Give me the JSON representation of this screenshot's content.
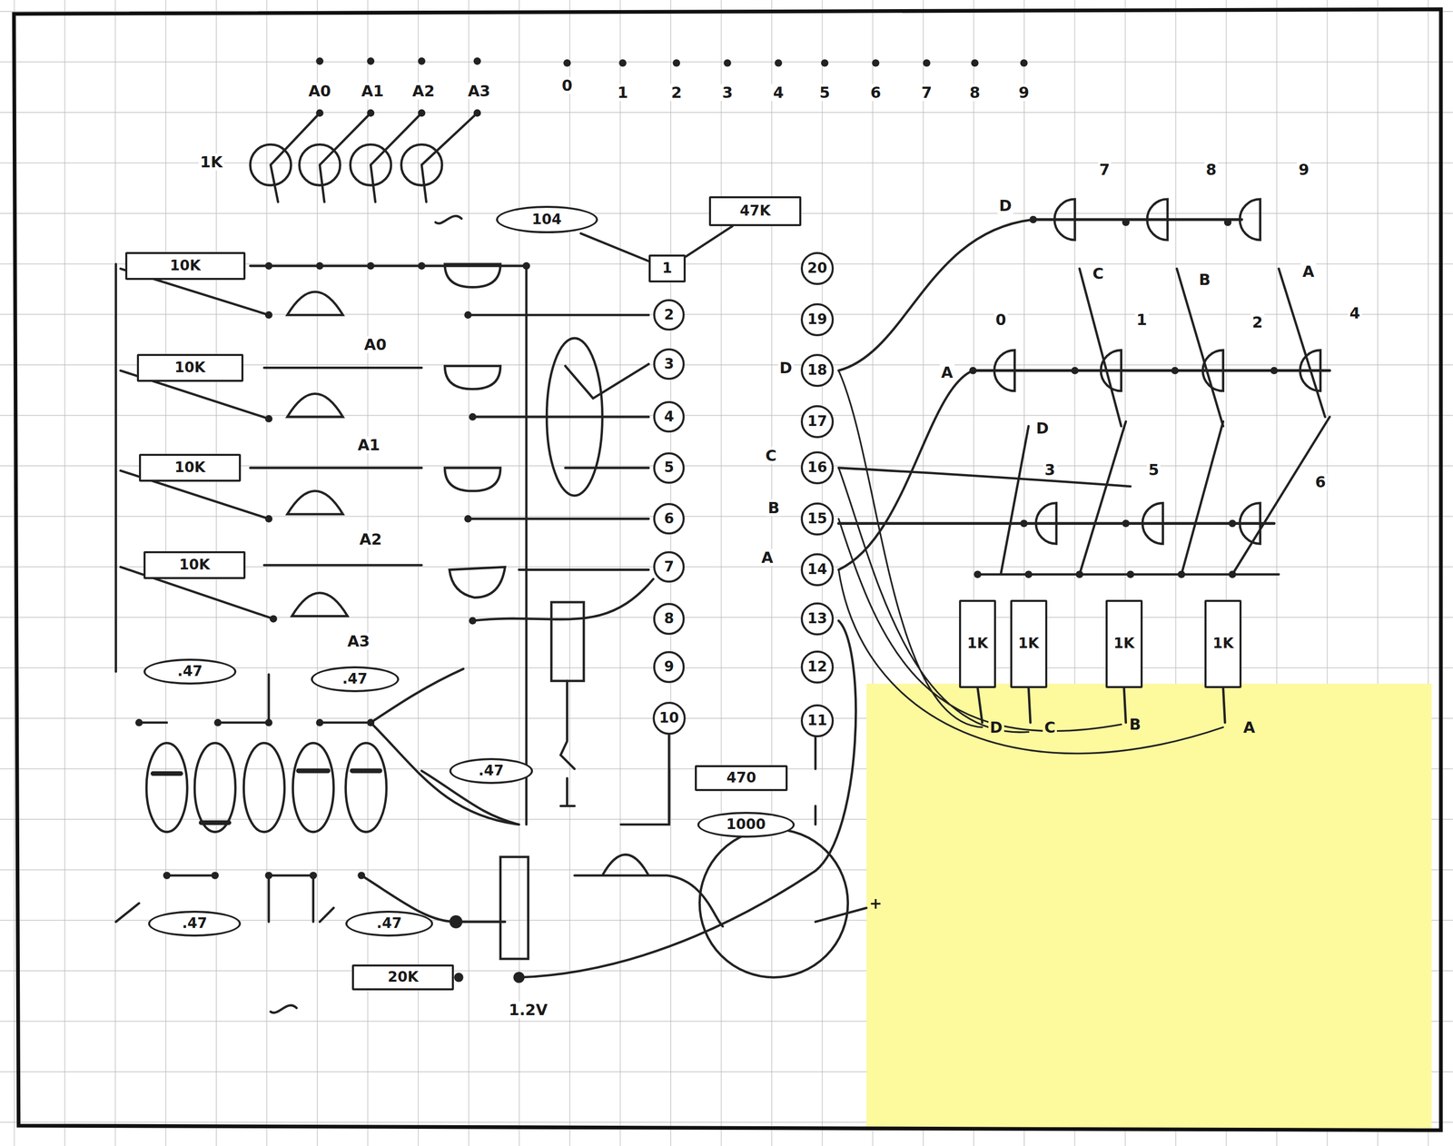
{
  "diagram": {
    "nodes": [
      {
        "text": [
          "104"
        ]
      },
      {
        "text": [
          "47K"
        ]
      },
      {
        "text": [
          "1"
        ]
      },
      {
        "text": [
          "2"
        ]
      },
      {
        "text": [
          "3"
        ]
      },
      {
        "text": [
          "4"
        ]
      },
      {
        "text": [
          "5"
        ]
      },
      {
        "text": [
          "6"
        ]
      },
      {
        "text": [
          "7"
        ]
      },
      {
        "text": [
          "8"
        ]
      },
      {
        "text": [
          "9"
        ]
      },
      {
        "text": [
          "10"
        ]
      },
      {
        "text": [
          "20"
        ]
      },
      {
        "text": [
          "19"
        ]
      },
      {
        "text": [
          "18"
        ]
      },
      {
        "text": [
          "17"
        ]
      },
      {
        "text": [
          "16"
        ]
      },
      {
        "text": [
          "15"
        ]
      },
      {
        "text": [
          "14"
        ]
      },
      {
        "text": [
          "13"
        ]
      },
      {
        "text": [
          "12"
        ]
      },
      {
        "text": [
          "11"
        ]
      },
      {
        "text": [
          "10K"
        ]
      },
      {
        "text": [
          "10K"
        ]
      },
      {
        "text": [
          "10K"
        ]
      },
      {
        "text": [
          "10K"
        ]
      },
      {
        "text": [
          ".47"
        ]
      },
      {
        "text": [
          ".47"
        ]
      },
      {
        "text": [
          ".47"
        ]
      },
      {
        "text": [
          "470"
        ]
      },
      {
        "text": [
          "1000"
        ]
      },
      {
        "text": [
          ".47"
        ]
      },
      {
        "text": [
          ".47"
        ]
      },
      {
        "text": [
          "20K"
        ]
      },
      {
        "text": [
          "1K"
        ]
      },
      {
        "text": [
          "1K"
        ]
      },
      {
        "text": [
          "1K"
        ]
      },
      {
        "text": [
          "1K"
        ]
      }
    ],
    "edges": [
      {
        "from": 0,
        "to": 2,
        "arrow": "none"
      },
      {
        "from": 1,
        "to": 2,
        "arrow": "none"
      }
    ],
    "labels": [
      "A0",
      "A1",
      "A2",
      "A3",
      "0",
      "1",
      "2",
      "3",
      "4",
      "5",
      "6",
      "7",
      "8",
      "9",
      "1K",
      "A0",
      "A1",
      "A2",
      "A3",
      "D",
      "C",
      "B",
      "A",
      "1.2V",
      "+",
      "7",
      "8",
      "9",
      "D",
      "C",
      "B",
      "A",
      "0",
      "1",
      "2",
      "4",
      "A",
      "D",
      "3",
      "5",
      "6",
      "D",
      "C",
      "B",
      "A"
    ]
  }
}
